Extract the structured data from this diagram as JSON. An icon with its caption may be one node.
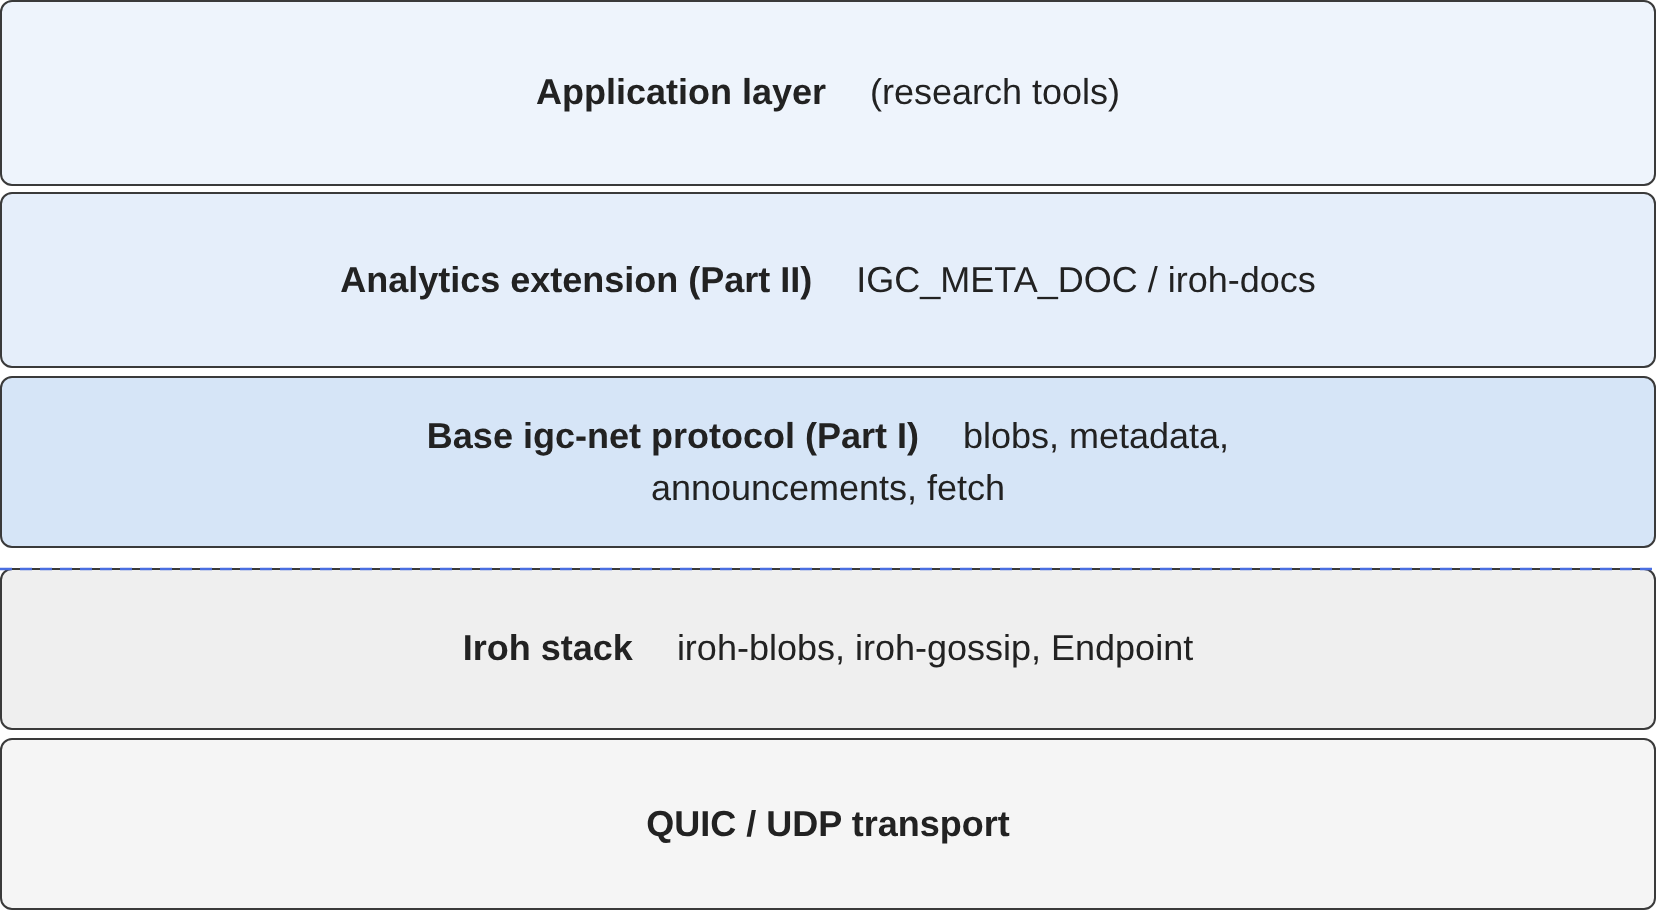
{
  "diagram": {
    "nodes": [
      {
        "text": [
          "Application layer",
          "(research tools)"
        ]
      },
      {
        "text": [
          "Analytics extension (Part II)",
          "IGC_META_DOC / iroh-docs"
        ]
      },
      {
        "text": [
          "Base igc-net protocol (Part I)",
          "blobs, metadata, announcements, fetch"
        ]
      },
      {
        "text": [
          "Iroh stack",
          "iroh-blobs, iroh-gossip, Endpoint"
        ]
      },
      {
        "text": [
          "QUIC / UDP transport"
        ]
      }
    ]
  }
}
